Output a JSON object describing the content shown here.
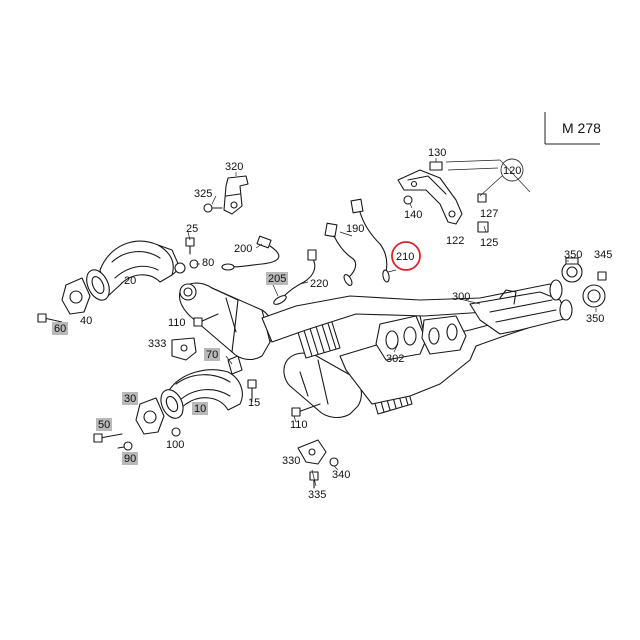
{
  "model_code": "M 278",
  "highlighted_callout": "210",
  "callouts": {
    "p10": "10",
    "p20": "20",
    "p25": "25",
    "p30": "30",
    "p40": "40",
    "p50": "50",
    "p60": "60",
    "p70": "70",
    "p80": "80",
    "p90": "90",
    "p100": "100",
    "p110a": "110",
    "p110b": "110",
    "p120": "120",
    "p122": "122",
    "p125": "125",
    "p127": "127",
    "p130": "130",
    "p140": "140",
    "p15": "15",
    "p190": "190",
    "p200": "200",
    "p205": "205",
    "p210": "210",
    "p220": "220",
    "p300": "300",
    "p302": "302",
    "p320": "320",
    "p325": "325",
    "p330": "330",
    "p333": "333",
    "p335": "335",
    "p340": "340",
    "p345": "345",
    "p350a": "350",
    "p350b": "350"
  },
  "colors": {
    "highlight_ring": "#d9262c",
    "callout_box": "#b9b9b9",
    "ink": "#1a1a1a"
  }
}
